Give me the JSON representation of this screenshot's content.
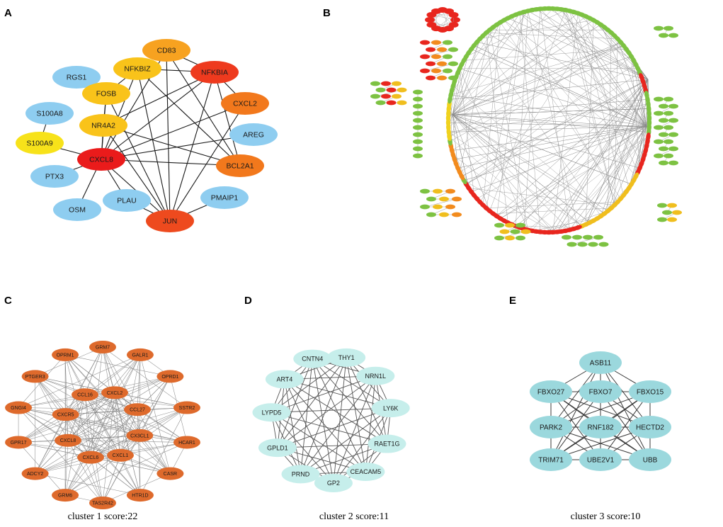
{
  "panels": {
    "A": {
      "label": "A",
      "nodes": [
        {
          "id": "CD83",
          "color": "#F7A220"
        },
        {
          "id": "NFKBIZ",
          "color": "#F9C31A"
        },
        {
          "id": "NFKBIA",
          "color": "#EE3A1E"
        },
        {
          "id": "RGS1",
          "color": "#8ECDF0"
        },
        {
          "id": "FOSB",
          "color": "#F9C31A"
        },
        {
          "id": "CXCL2",
          "color": "#F2781C"
        },
        {
          "id": "S100A8",
          "color": "#8ECDF0"
        },
        {
          "id": "NR4A2",
          "color": "#F9C31A"
        },
        {
          "id": "AREG",
          "color": "#8ECDF0"
        },
        {
          "id": "S100A9",
          "color": "#F7E21A"
        },
        {
          "id": "CXCL8",
          "color": "#EA1B1B"
        },
        {
          "id": "BCL2A1",
          "color": "#F2781C"
        },
        {
          "id": "PTX3",
          "color": "#8ECDF0"
        },
        {
          "id": "PMAIP1",
          "color": "#8ECDF0"
        },
        {
          "id": "PLAU",
          "color": "#8ECDF0"
        },
        {
          "id": "OSM",
          "color": "#8ECDF0"
        },
        {
          "id": "JUN",
          "color": "#EE4A1E"
        }
      ],
      "edges": [
        [
          "CXCL8",
          "NR4A2"
        ],
        [
          "CXCL8",
          "FOSB"
        ],
        [
          "CXCL8",
          "S100A9"
        ],
        [
          "CXCL8",
          "PTX3"
        ],
        [
          "CXCL8",
          "PLAU"
        ],
        [
          "CXCL8",
          "OSM"
        ],
        [
          "CXCL8",
          "JUN"
        ],
        [
          "CXCL8",
          "BCL2A1"
        ],
        [
          "CXCL8",
          "AREG"
        ],
        [
          "CXCL8",
          "CXCL2"
        ],
        [
          "CXCL8",
          "NFKBIA"
        ],
        [
          "CXCL8",
          "NFKBIZ"
        ],
        [
          "CXCL8",
          "CD83"
        ],
        [
          "S100A8",
          "S100A9"
        ],
        [
          "NFKBIZ",
          "NFKBIA"
        ],
        [
          "NFKBIZ",
          "FOSB"
        ],
        [
          "NFKBIZ",
          "JUN"
        ],
        [
          "NFKBIZ",
          "BCL2A1"
        ],
        [
          "NFKBIA",
          "CXCL2"
        ],
        [
          "NFKBIA",
          "JUN"
        ],
        [
          "NFKBIA",
          "BCL2A1"
        ],
        [
          "NFKBIA",
          "NR4A2"
        ],
        [
          "CD83",
          "NFKBIA"
        ],
        [
          "CD83",
          "JUN"
        ],
        [
          "CD83",
          "BCL2A1"
        ],
        [
          "FOSB",
          "NR4A2"
        ],
        [
          "FOSB",
          "JUN"
        ],
        [
          "NR4A2",
          "JUN"
        ],
        [
          "CXCL2",
          "JUN"
        ],
        [
          "JUN",
          "PLAU"
        ],
        [
          "JUN",
          "PMAIP1"
        ],
        [
          "BCL2A1",
          "NR4A2"
        ]
      ]
    },
    "B": {
      "label": "B"
    },
    "C": {
      "label": "C",
      "caption": "cluster 1 score:22",
      "color": "#DE6A2C",
      "outer": [
        "GRM7",
        "GALR1",
        "OPRD1",
        "SSTR2",
        "HCAR1",
        "CASR",
        "HTR1D",
        "TAS2R42",
        "GRM6",
        "ADCY2",
        "GPR17",
        "GNGI4",
        "PTGER3",
        "OPRM1"
      ],
      "inner": [
        "CCL16",
        "CXCL2",
        "CCL27",
        "CX3CL1",
        "CXCL1",
        "CXCL6",
        "CXCL8",
        "CXCR5"
      ]
    },
    "D": {
      "label": "D",
      "caption": "cluster 2 score:11",
      "color": "#C6EEEB",
      "nodes": [
        "THY1",
        "NRN1L",
        "LY6K",
        "RAET1G",
        "CEACAM5",
        "GP2",
        "PRND",
        "GPLD1",
        "LYPD5",
        "ART4",
        "CNTN4"
      ]
    },
    "E": {
      "label": "E",
      "caption": "cluster 3 score:10",
      "color": "#9BD8DD",
      "nodes": [
        {
          "id": "ASB11",
          "row": 0,
          "col": 1
        },
        {
          "id": "FBXO27",
          "row": 1,
          "col": 0
        },
        {
          "id": "FBXO7",
          "row": 1,
          "col": 1
        },
        {
          "id": "FBXO15",
          "row": 1,
          "col": 2
        },
        {
          "id": "PARK2",
          "row": 2,
          "col": 0
        },
        {
          "id": "RNF182",
          "row": 2,
          "col": 1
        },
        {
          "id": "HECTD2",
          "row": 2,
          "col": 2
        },
        {
          "id": "TRIM71",
          "row": 3,
          "col": 0
        },
        {
          "id": "UBE2V1",
          "row": 3,
          "col": 1
        },
        {
          "id": "UBB",
          "row": 3,
          "col": 2
        }
      ]
    }
  }
}
